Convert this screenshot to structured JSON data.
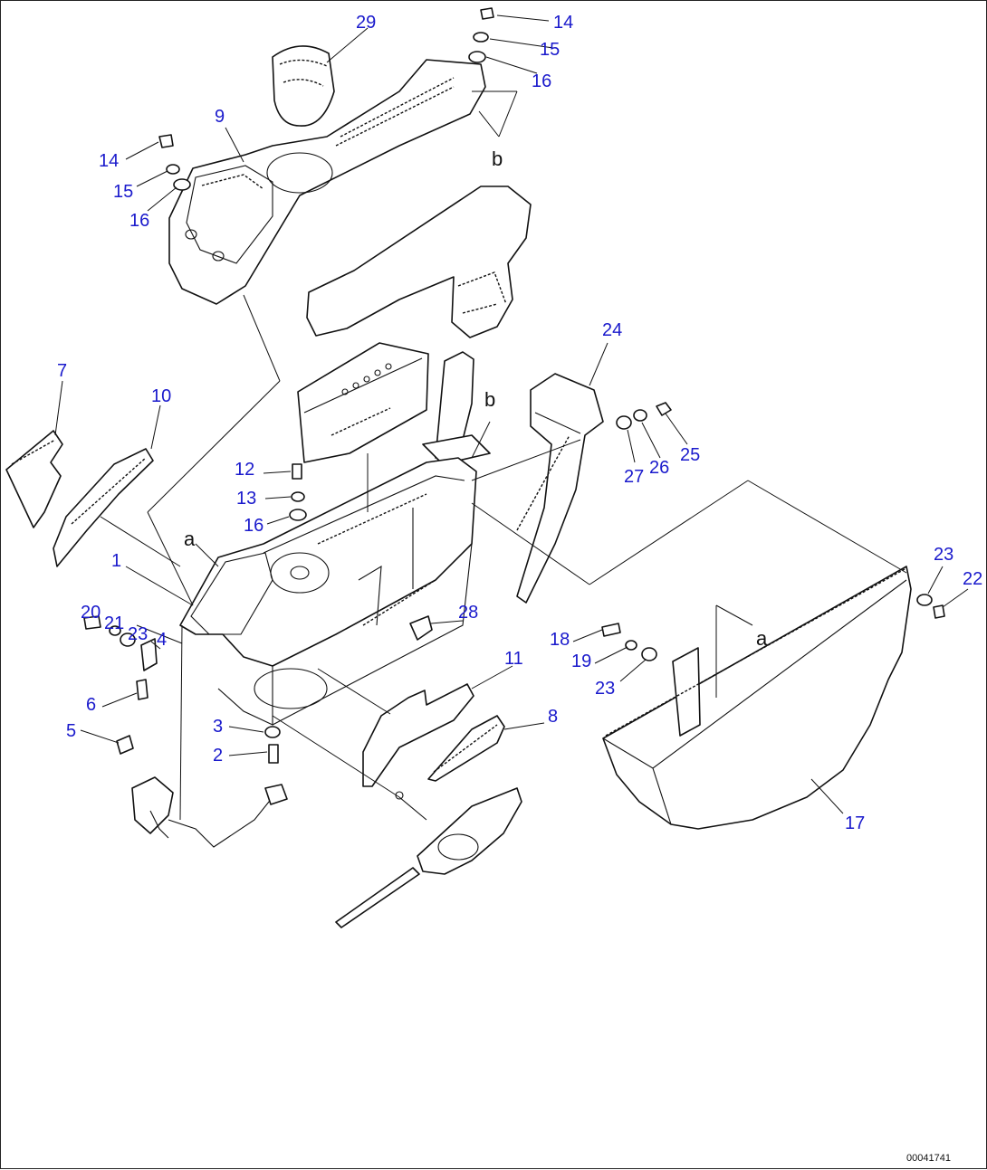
{
  "callouts": [
    {
      "id": "c29",
      "text": "29"
    },
    {
      "id": "c14a",
      "text": "14"
    },
    {
      "id": "c15a",
      "text": "15"
    },
    {
      "id": "c16a",
      "text": "16"
    },
    {
      "id": "c9",
      "text": "9"
    },
    {
      "id": "c14b",
      "text": "14"
    },
    {
      "id": "c15b",
      "text": "15"
    },
    {
      "id": "c16b",
      "text": "16"
    },
    {
      "id": "c24",
      "text": "24"
    },
    {
      "id": "c7",
      "text": "7"
    },
    {
      "id": "c10",
      "text": "10"
    },
    {
      "id": "c12",
      "text": "12"
    },
    {
      "id": "c13",
      "text": "13"
    },
    {
      "id": "c16c",
      "text": "16"
    },
    {
      "id": "c27",
      "text": "27"
    },
    {
      "id": "c26",
      "text": "26"
    },
    {
      "id": "c25",
      "text": "25"
    },
    {
      "id": "c1",
      "text": "1"
    },
    {
      "id": "c23a",
      "text": "23"
    },
    {
      "id": "c22",
      "text": "22"
    },
    {
      "id": "c28",
      "text": "28"
    },
    {
      "id": "c20",
      "text": "20"
    },
    {
      "id": "c21",
      "text": "21"
    },
    {
      "id": "c23b",
      "text": "23"
    },
    {
      "id": "c4",
      "text": "4"
    },
    {
      "id": "c11",
      "text": "11"
    },
    {
      "id": "c18",
      "text": "18"
    },
    {
      "id": "c19",
      "text": "19"
    },
    {
      "id": "c23c",
      "text": "23"
    },
    {
      "id": "c6",
      "text": "6"
    },
    {
      "id": "c5",
      "text": "5"
    },
    {
      "id": "c8",
      "text": "8"
    },
    {
      "id": "c3",
      "text": "3"
    },
    {
      "id": "c2",
      "text": "2"
    },
    {
      "id": "c17",
      "text": "17"
    }
  ],
  "reference_letters": [
    {
      "id": "b_top",
      "text": "b"
    },
    {
      "id": "b_mid",
      "text": "b"
    },
    {
      "id": "a_left",
      "text": "a"
    },
    {
      "id": "a_right",
      "text": "a"
    }
  ],
  "document_id": "00041741"
}
